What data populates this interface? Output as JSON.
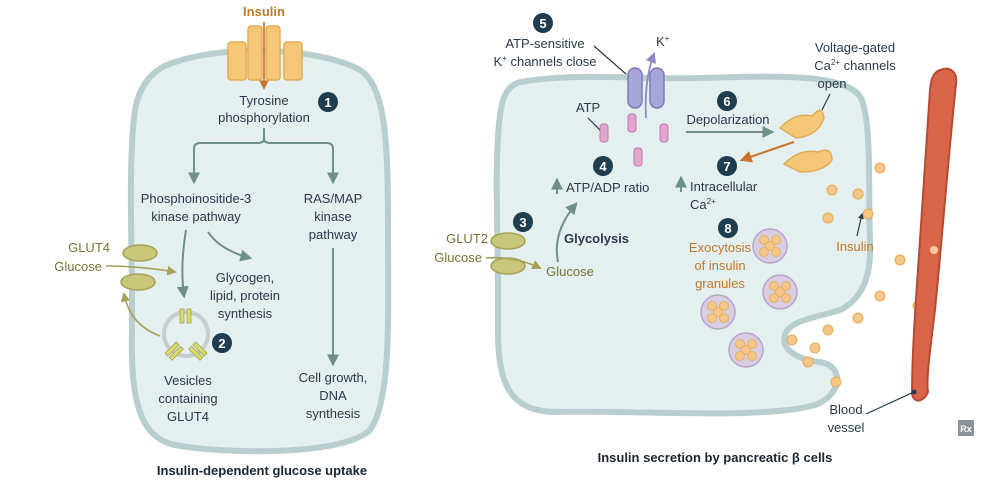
{
  "left_panel": {
    "caption": "Insulin-dependent glucose uptake",
    "insulin_label": "Insulin",
    "tyrosine_line1": "Tyrosine",
    "tyrosine_line2": "phosphorylation",
    "pi3k_line1": "Phosphoinositide-3",
    "pi3k_line2": "kinase pathway",
    "ras_line1": "RAS/MAP",
    "ras_line2": "kinase",
    "ras_line3": "pathway",
    "glycogen_line1": "Glycogen,",
    "glycogen_line2": "lipid, protein",
    "glycogen_line3": "synthesis",
    "growth_line1": "Cell growth,",
    "growth_line2": "DNA",
    "growth_line3": "synthesis",
    "glut4_label": "GLUT4",
    "glucose_label": "Glucose",
    "vesicles_line1": "Vesicles",
    "vesicles_line2": "containing",
    "vesicles_line3": "GLUT4",
    "badge1": "1",
    "badge2": "2"
  },
  "right_panel": {
    "caption": "Insulin secretion by pancreatic β cells",
    "atp_k_line1": "ATP-sensitive",
    "atp_k_line2_k": "K",
    "atp_k_line2_sup": "+",
    "atp_k_line2_rest": " channels close",
    "k_ion": "K",
    "k_ion_sup": "+",
    "atp_label": "ATP",
    "atp_adp_label": "ATP/ADP ratio",
    "depolarization_label": "Depolarization",
    "ca_line1": "Voltage-gated",
    "ca_line2_ca": "Ca",
    "ca_line2_sup": "2+",
    "ca_line2_rest": " channels",
    "ca_line3": "open",
    "intracellular_line1": "Intracellular",
    "intracellular_line2_ca": "Ca",
    "intracellular_line2_sup": "2+",
    "glut2_label": "GLUT2",
    "glucose_outer_label": "Glucose",
    "glucose_inner_label": "Glucose",
    "glycolysis_label": "Glycolysis",
    "exocytosis_line1": "Exocytosis",
    "exocytosis_line2": "of insulin",
    "exocytosis_line3": "granules",
    "insulin_label": "Insulin",
    "blood_line1": "Blood",
    "blood_line2": "vessel",
    "badge3": "3",
    "badge4": "4",
    "badge5": "5",
    "badge6": "6",
    "badge7": "7",
    "badge8": "8"
  },
  "logo_text": "Rx",
  "colors": {
    "cell_fill": "#e4efef",
    "cell_stroke": "#b9cfcf",
    "arrow_gray": "#6f8f8a",
    "olive": "#c8c679",
    "orange": "#e3ad54",
    "badge": "#1f3d4f",
    "vessel": "#d8654a"
  }
}
